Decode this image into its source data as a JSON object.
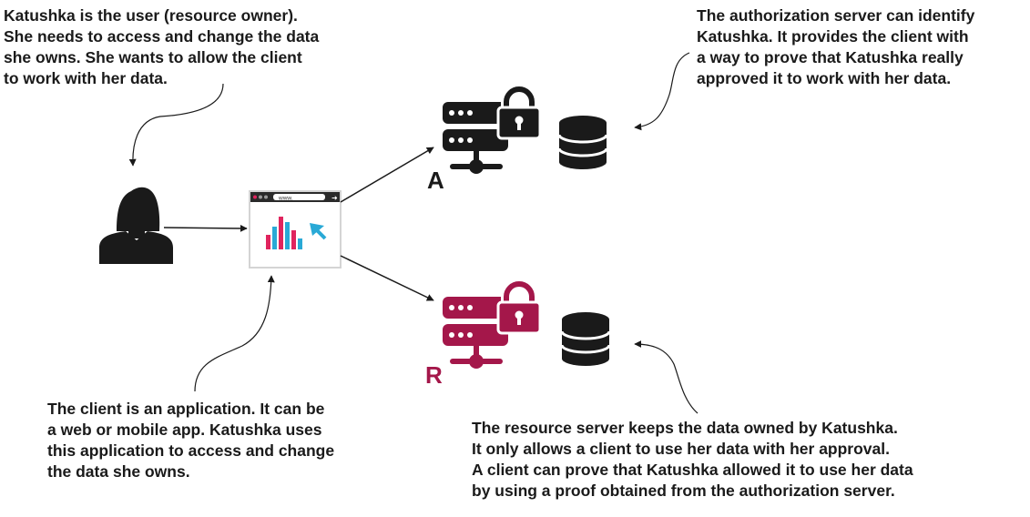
{
  "notes": {
    "user": [
      "Katushka is the user (resource owner).",
      "She needs to access and change the data",
      "she owns. She wants to allow the client",
      "to work with her data."
    ],
    "authorization_server": [
      "The authorization server can identify",
      "Katushka. It provides the client with",
      "a way to prove that Katushka really",
      "approved it to work with her data."
    ],
    "client": [
      "The client is an application. It can be",
      "a web or mobile app. Katushka uses",
      "this application to access and change",
      "the data she owns."
    ],
    "resource_server": [
      "The resource server keeps the data owned by Katushka.",
      "It only allows a client to use her data with her approval.",
      "A client can prove that Katushka allowed it to use her data",
      "by using a proof obtained from the authorization server."
    ]
  },
  "labels": {
    "authorization_server_letter": "A",
    "resource_server_letter": "R",
    "browser_url": "www."
  },
  "colors": {
    "authorization_server": "#1a1a1a",
    "resource_server": "#a4174a",
    "browser_close_dot": "#e0245e",
    "chart_bar_red": "#e0245e",
    "chart_bar_blue": "#29a9d6",
    "cursor_arrow": "#29a9d6"
  },
  "icons": {
    "user": "user-silhouette-icon",
    "client": "browser-window-icon",
    "authorization_server": "server-lock-icon",
    "resource_server": "server-lock-icon",
    "database": "database-icon"
  }
}
